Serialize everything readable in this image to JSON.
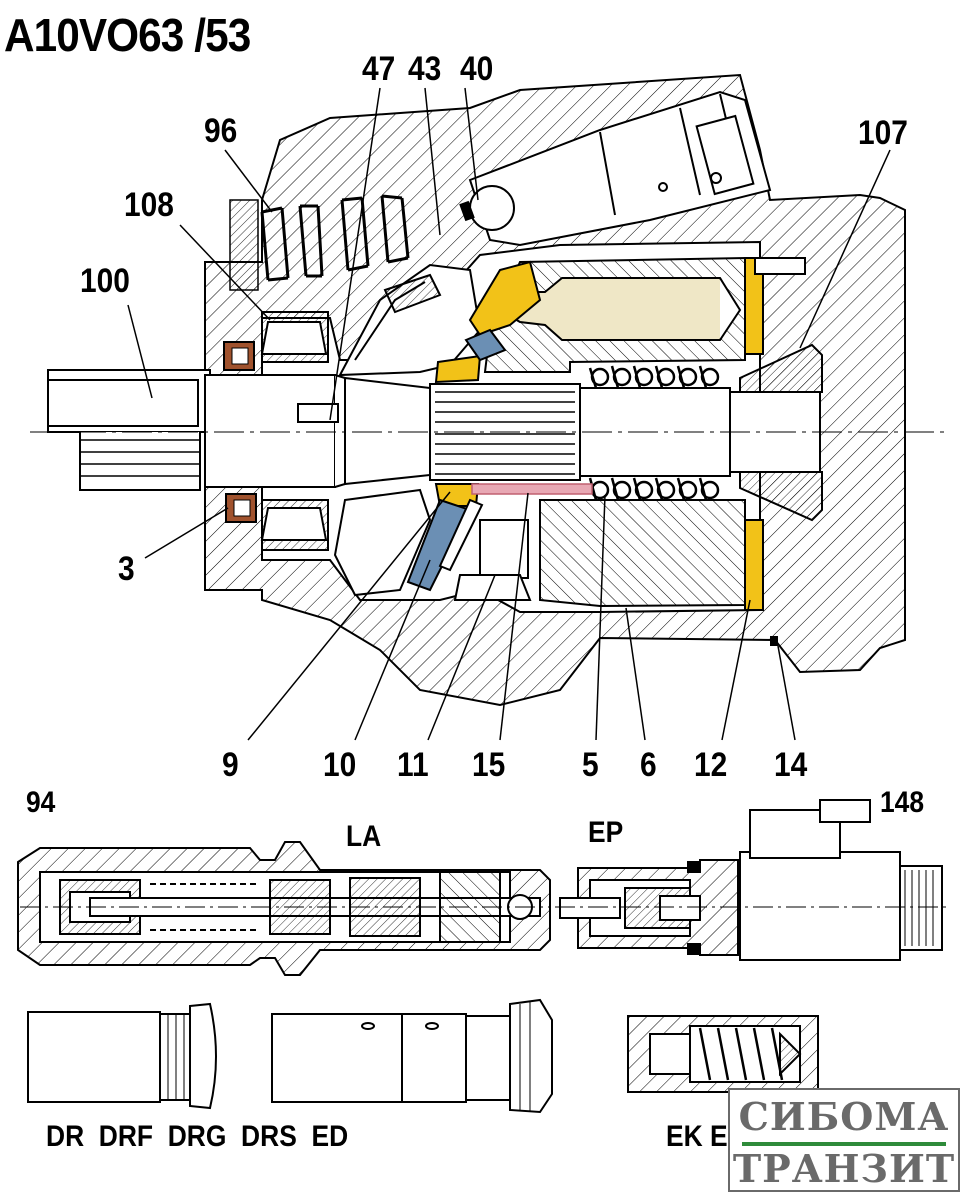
{
  "title": "A10VO63 /53",
  "callouts": {
    "c47": "47",
    "c43": "43",
    "c40": "40",
    "c96": "96",
    "c108": "108",
    "c100": "100",
    "c107": "107",
    "c3": "3",
    "c9": "9",
    "c10": "10",
    "c11": "11",
    "c15": "15",
    "c5": "5",
    "c6": "6",
    "c12": "12",
    "c14": "14",
    "c94": "94",
    "c148": "148"
  },
  "sections": {
    "la": "LA",
    "ep": "EP"
  },
  "variants": {
    "bottom_left": "DR  DRF  DRG  DRS  ED",
    "bottom_right": "EK EP"
  },
  "logo": {
    "line1": "СИБОМА",
    "line2": "ТРАНЗИТ"
  },
  "colors": {
    "ink": "#000000",
    "yellow": "#f2c218",
    "blue": "#6b8fb4",
    "tan": "#efe7c6",
    "pink": "#e8a8b4",
    "brown": "#a0522d",
    "logo_gray": "#6a6a6a",
    "logo_green": "#2e8b3a"
  }
}
